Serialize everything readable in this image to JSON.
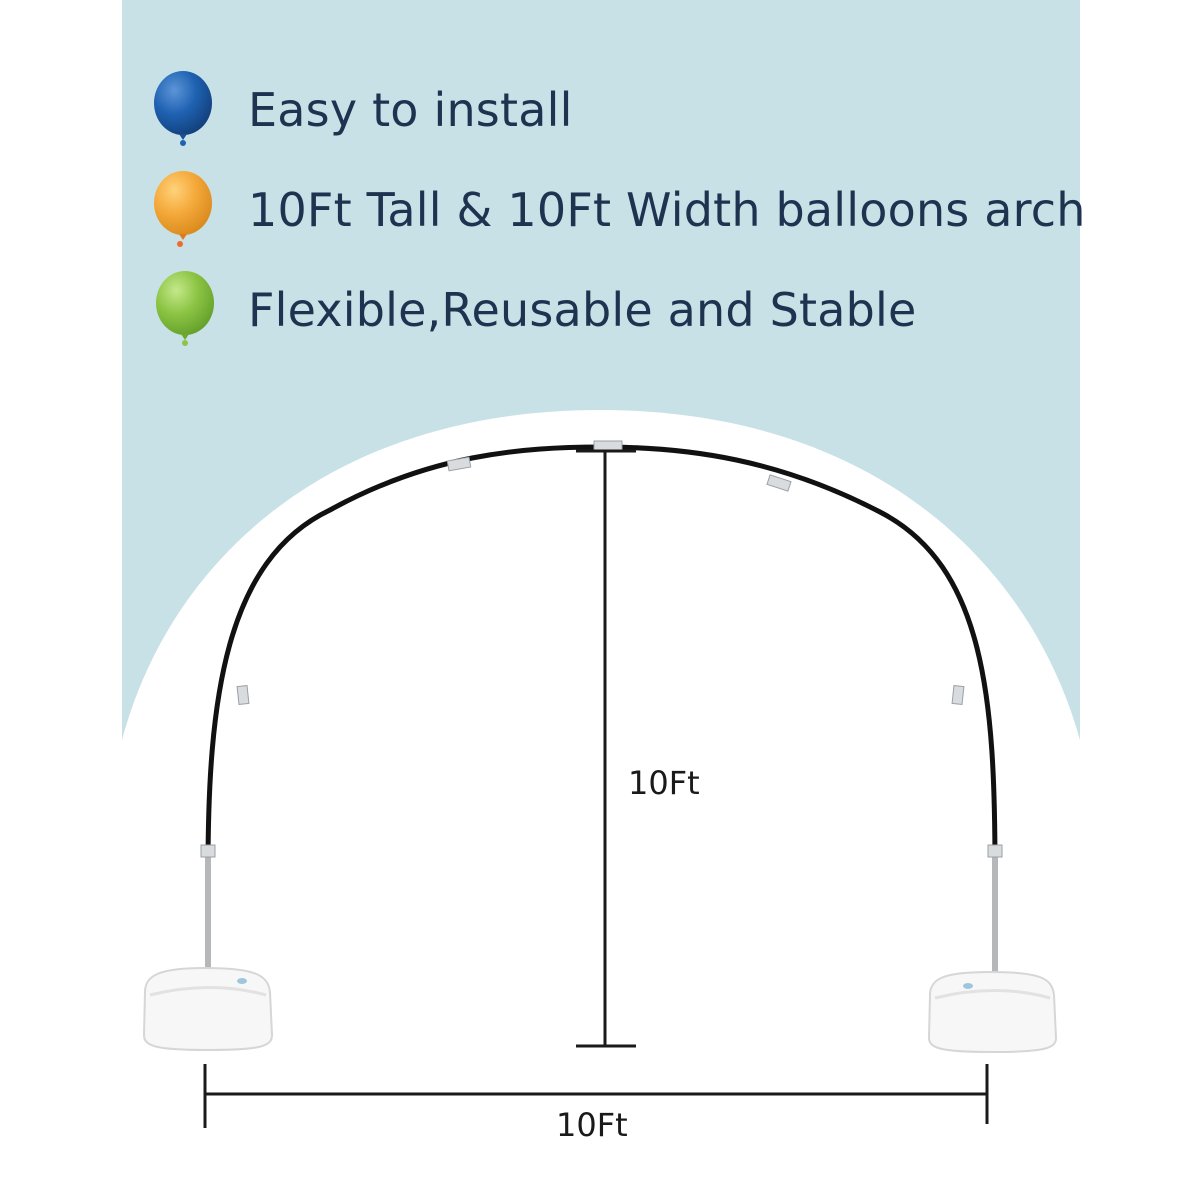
{
  "features": [
    {
      "label": "Easy to install",
      "icon": "balloon-icon",
      "color": "#1f62b2"
    },
    {
      "label": "10Ft Tall & 10Ft Width balloons arch",
      "icon": "balloon-icon",
      "color": "#f4a93a"
    },
    {
      "label": "Flexible,Reusable and Stable",
      "icon": "balloon-icon",
      "color": "#8cc444"
    }
  ],
  "dimensions": {
    "height_label": "10Ft",
    "width_label": "10Ft"
  },
  "colors": {
    "panel_background": "#c8e1e6",
    "text": "#1d3350"
  }
}
